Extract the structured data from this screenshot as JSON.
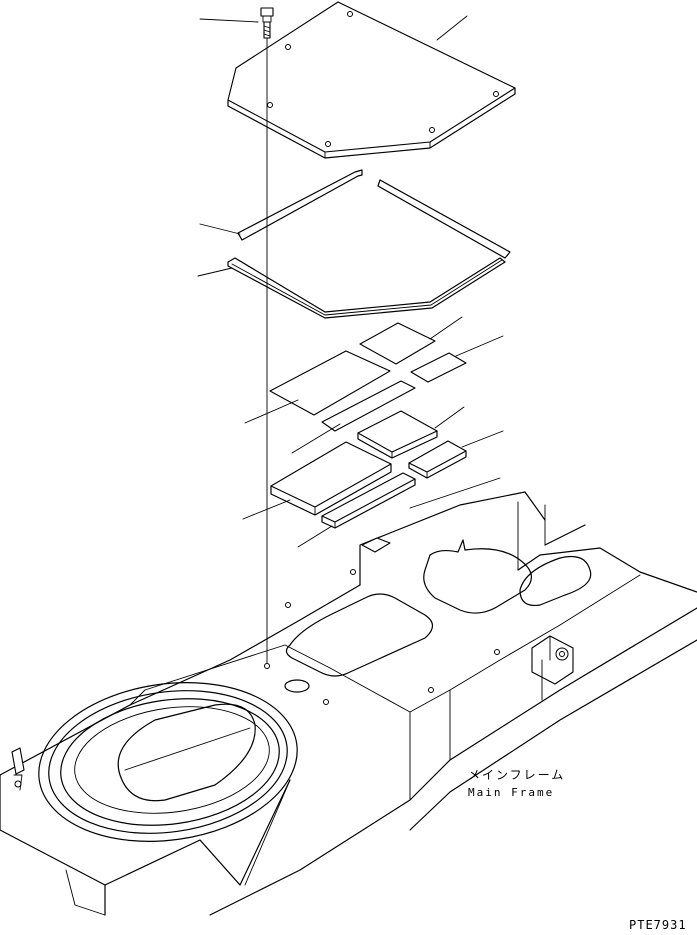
{
  "diagram": {
    "frame_label_jp": "メインフレーム",
    "frame_label_en": "Main Frame",
    "drawing_code": "PTE7931",
    "line_color": "#000000",
    "background_color": "#ffffff"
  }
}
